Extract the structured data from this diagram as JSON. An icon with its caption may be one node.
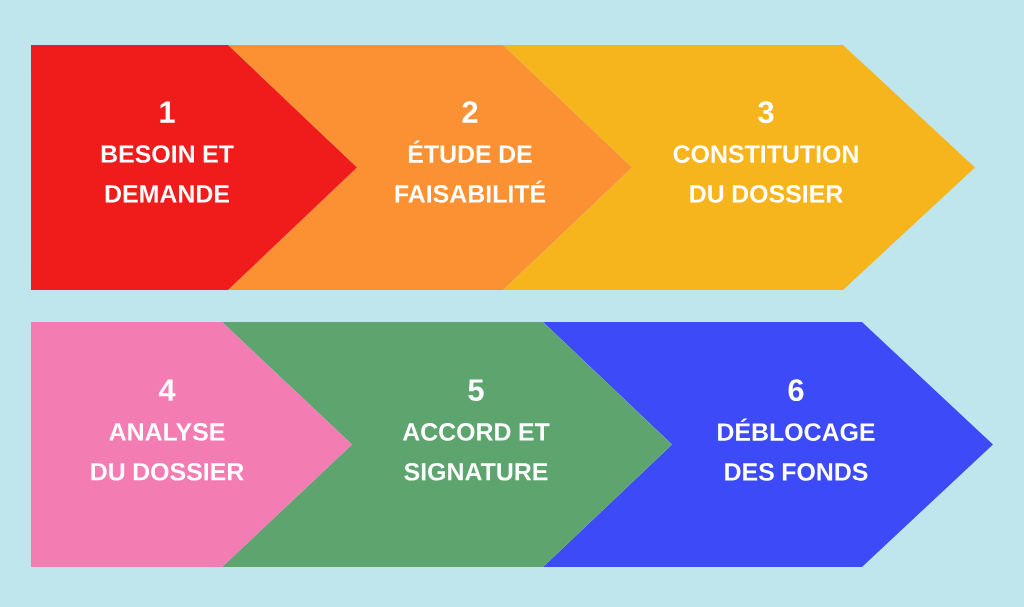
{
  "diagram": {
    "nodes": [
      {
        "text": [
          "1",
          "BESOIN ET DEMANDE"
        ]
      },
      {
        "text": [
          "2",
          "ÉTUDE DE FAISABILITÉ"
        ]
      },
      {
        "text": [
          "3",
          "CONSTITUTION DU DOSSIER"
        ]
      },
      {
        "text": [
          "4",
          "ANALYSE DU DOSSIER"
        ]
      },
      {
        "text": [
          "5",
          "ACCORD ET SIGNATURE"
        ]
      },
      {
        "text": [
          "6",
          "DÉBLOCAGE DES FONDS"
        ]
      }
    ]
  }
}
